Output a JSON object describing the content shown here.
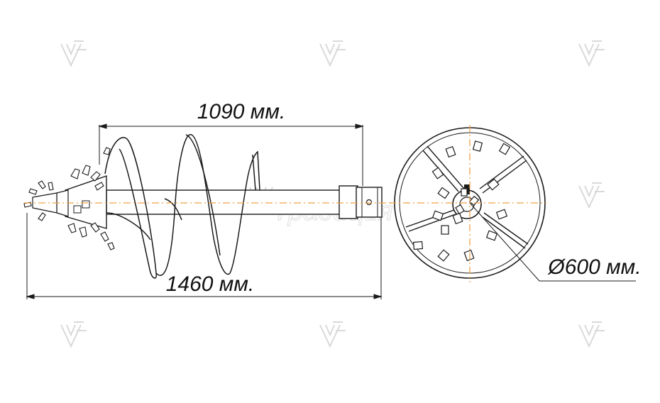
{
  "dimensions": {
    "working_length": "1090 мм.",
    "total_length": "1460 мм.",
    "diameter": "Ø600 мм."
  },
  "watermark": {
    "text": "Традиция",
    "icon": "chevron-logo-icon"
  },
  "colors": {
    "line": "#1a1a1a",
    "axis": "#f0a24a",
    "watermark": "#d9d9d9",
    "background": "#ffffff"
  }
}
